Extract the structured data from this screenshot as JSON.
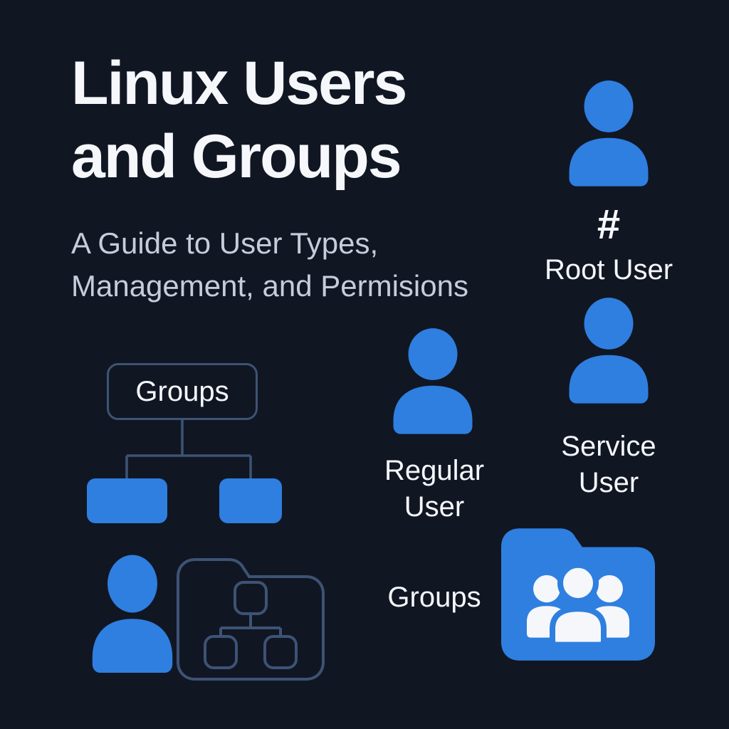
{
  "title": {
    "line1": "Linux Users",
    "line2": "and Groups"
  },
  "subtitle": {
    "line1": "A Guide to User Types,",
    "line2": "Management, and Permisions"
  },
  "root_user": {
    "symbol": "#",
    "label": "Root User"
  },
  "regular_user": {
    "label_line1": "Regular",
    "label_line2": "User"
  },
  "service_user": {
    "label_line1": "Service",
    "label_line2": "User"
  },
  "groups_tree": {
    "label": "Groups"
  },
  "groups_folder": {
    "label": "Groups"
  },
  "colors": {
    "background": "#111623",
    "accent_blue": "#2e7fe0",
    "text_white": "#f5f7fa",
    "subtitle_gray": "#c4cdda",
    "outline_blue": "#3d5375"
  }
}
